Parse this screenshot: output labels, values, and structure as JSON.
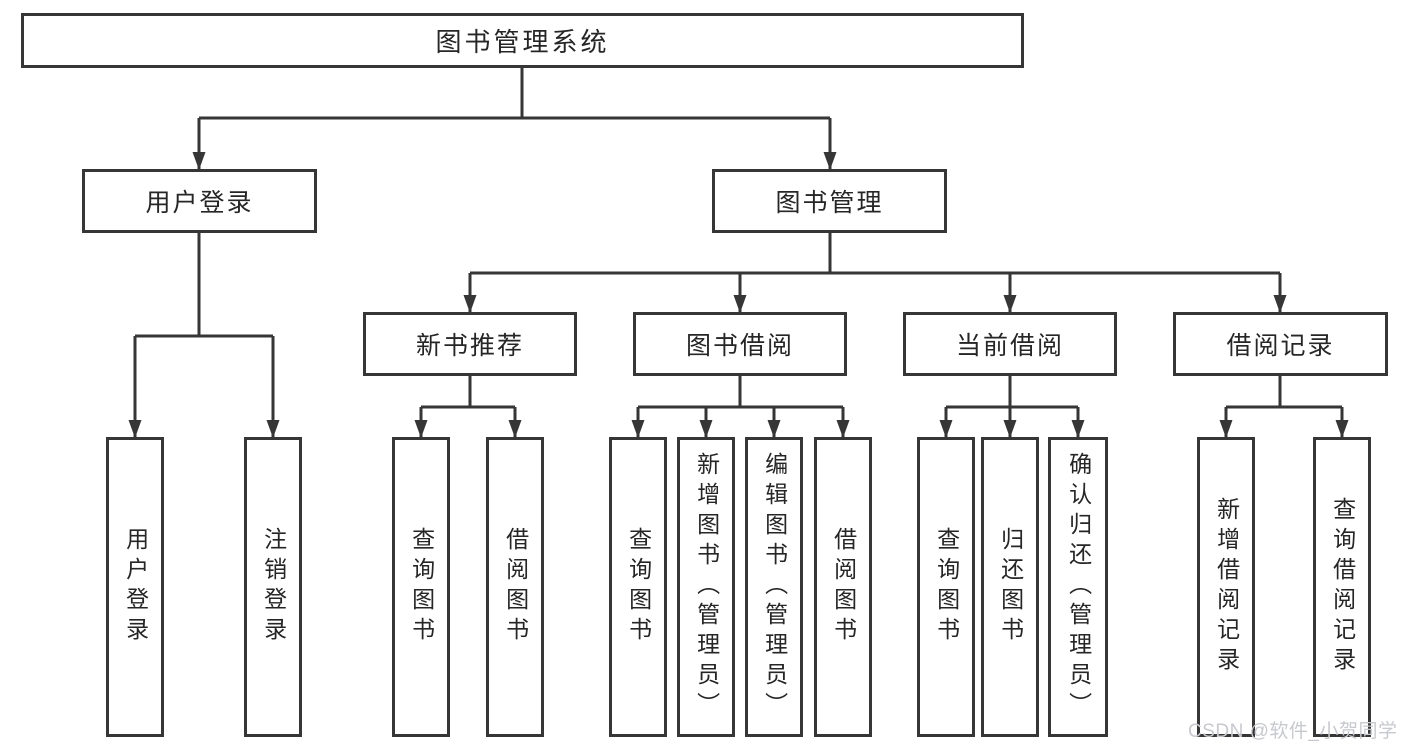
{
  "tree": {
    "root": {
      "label": "图书管理系统"
    },
    "branches": [
      {
        "label": "用户登录",
        "children": [
          {
            "label": "用户登录"
          },
          {
            "label": "注销登录"
          }
        ]
      },
      {
        "label": "图书管理",
        "children": [
          {
            "label": "新书推荐",
            "children": [
              {
                "label": "查询图书"
              },
              {
                "label": "借阅图书"
              }
            ]
          },
          {
            "label": "图书借阅",
            "children": [
              {
                "label": "查询图书"
              },
              {
                "label": "新增图书（管理员）"
              },
              {
                "label": "编辑图书（管理员）"
              },
              {
                "label": "借阅图书"
              }
            ]
          },
          {
            "label": "当前借阅",
            "children": [
              {
                "label": "查询图书"
              },
              {
                "label": "归还图书"
              },
              {
                "label": "确认归还（管理员）"
              }
            ]
          },
          {
            "label": "借阅记录",
            "children": [
              {
                "label": "新增借阅记录"
              },
              {
                "label": "查询借阅记录"
              }
            ]
          }
        ]
      }
    ]
  },
  "watermark": "CSDN @软件_小贺同学",
  "colors": {
    "line": "#363636",
    "text": "#262626",
    "watermark": "#c7c9ce",
    "background": "#ffffff"
  }
}
